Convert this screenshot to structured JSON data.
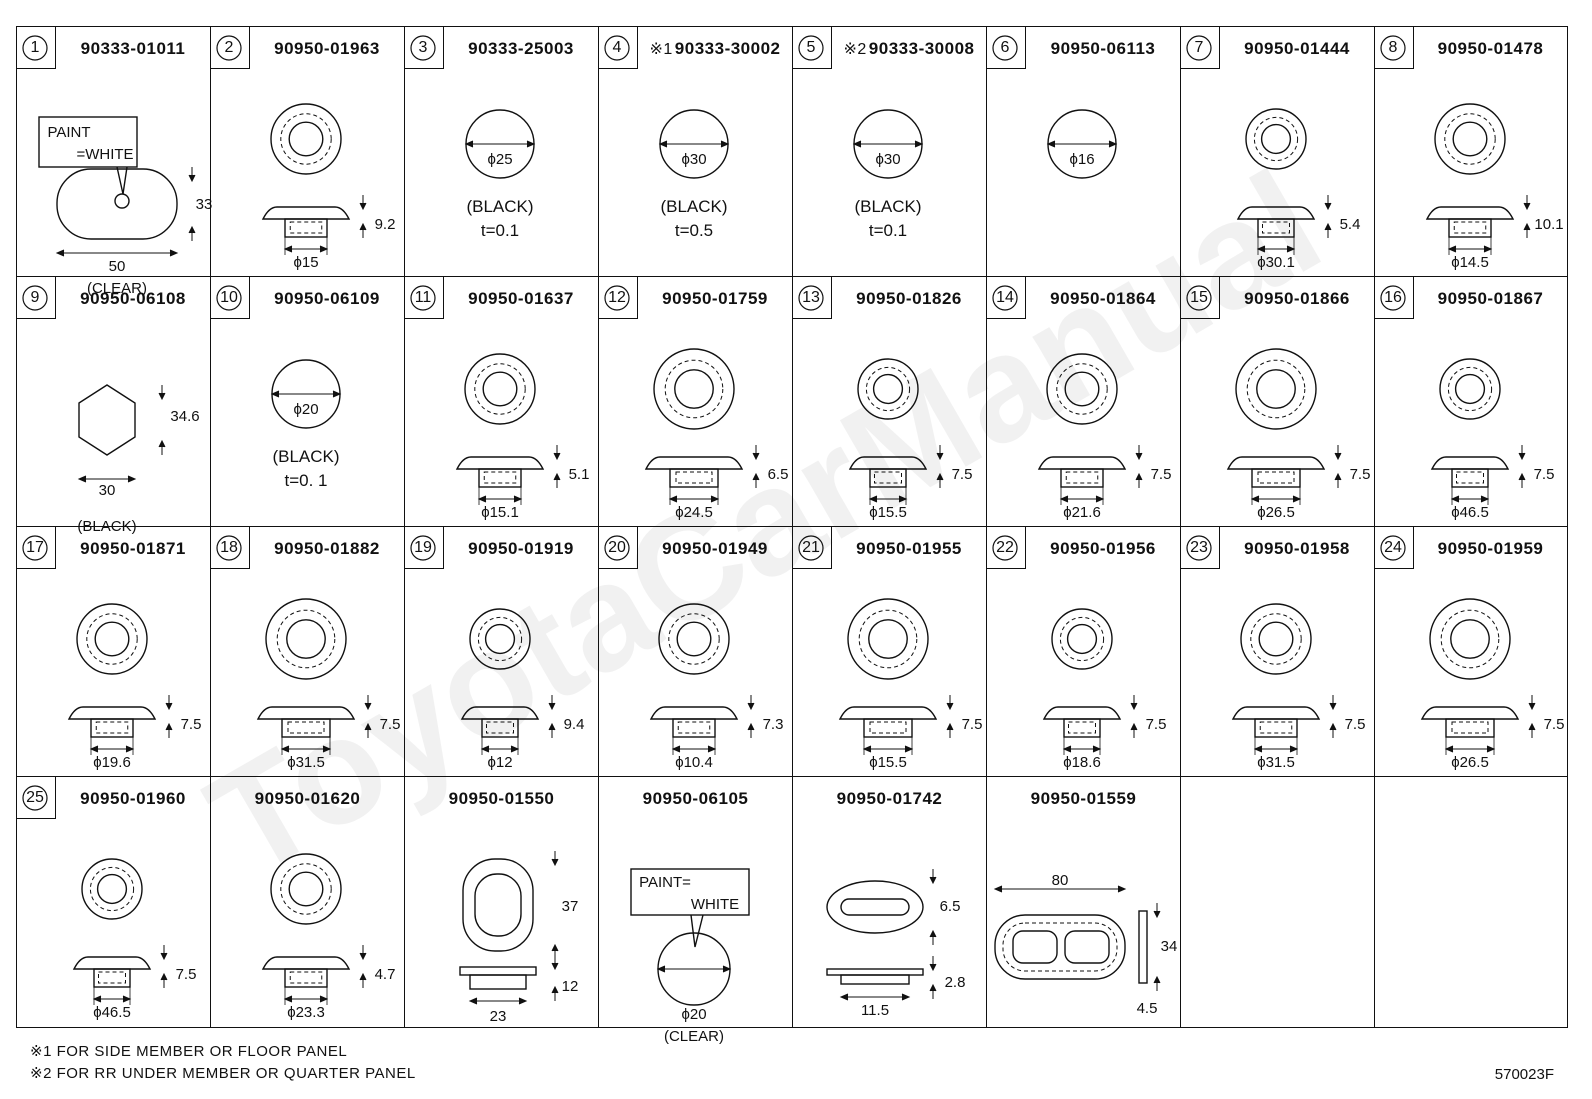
{
  "figure_code": "570023F",
  "watermark": "ToyotaCarManual",
  "notes": [
    "※1 FOR SIDE MEMBER OR FLOOR PANEL",
    "※2 FOR RR UNDER MEMBER OR QUARTER PANEL"
  ],
  "cells": [
    {
      "no": "1",
      "part": "90333-01011",
      "kind": "oval_paint",
      "labels": {
        "paint": "PAINT",
        "paint2": "=WHITE",
        "h": "33",
        "w": "50",
        "note": "(CLEAR)"
      }
    },
    {
      "no": "2",
      "part": "90950-01963",
      "kind": "grommet",
      "labels": {
        "h": "9.2",
        "d": "ϕ15"
      }
    },
    {
      "no": "3",
      "part": "90333-25003",
      "kind": "disc",
      "labels": {
        "d": "ϕ25",
        "color": "(BLACK)",
        "t": "t=0.1"
      }
    },
    {
      "no": "4",
      "mark": "※1",
      "part": "90333-30002",
      "kind": "disc",
      "labels": {
        "d": "ϕ30",
        "color": "(BLACK)",
        "t": "t=0.5"
      }
    },
    {
      "no": "5",
      "mark": "※2",
      "part": "90333-30008",
      "kind": "disc",
      "labels": {
        "d": "ϕ30",
        "color": "(BLACK)",
        "t": "t=0.1"
      }
    },
    {
      "no": "6",
      "part": "90950-06113",
      "kind": "disc",
      "labels": {
        "d": "ϕ16",
        "color": "",
        "t": ""
      }
    },
    {
      "no": "7",
      "part": "90950-01444",
      "kind": "grommet",
      "labels": {
        "h": "5.4",
        "d": "ϕ30.1"
      }
    },
    {
      "no": "8",
      "part": "90950-01478",
      "kind": "grommet",
      "labels": {
        "h": "10.1",
        "d": "ϕ14.5"
      }
    },
    {
      "no": "9",
      "part": "90950-06108",
      "kind": "hexagon",
      "labels": {
        "h": "34.6",
        "w": "30",
        "note": "(BLACK)"
      }
    },
    {
      "no": "10",
      "part": "90950-06109",
      "kind": "disc",
      "labels": {
        "d": "ϕ20",
        "color": "(BLACK)",
        "t": "t=0. 1"
      }
    },
    {
      "no": "11",
      "part": "90950-01637",
      "kind": "grommet",
      "labels": {
        "h": "5.1",
        "d": "ϕ15.1"
      }
    },
    {
      "no": "12",
      "part": "90950-01759",
      "kind": "grommet",
      "labels": {
        "h": "6.5",
        "d": "ϕ24.5"
      }
    },
    {
      "no": "13",
      "part": "90950-01826",
      "kind": "grommet",
      "labels": {
        "h": "7.5",
        "d": "ϕ15.5"
      }
    },
    {
      "no": "14",
      "part": "90950-01864",
      "kind": "grommet",
      "labels": {
        "h": "7.5",
        "d": "ϕ21.6"
      }
    },
    {
      "no": "15",
      "part": "90950-01866",
      "kind": "grommet",
      "labels": {
        "h": "7.5",
        "d": "ϕ26.5"
      }
    },
    {
      "no": "16",
      "part": "90950-01867",
      "kind": "grommet",
      "labels": {
        "h": "7.5",
        "d": "ϕ46.5"
      }
    },
    {
      "no": "17",
      "part": "90950-01871",
      "kind": "grommet",
      "labels": {
        "h": "7.5",
        "d": "ϕ19.6"
      }
    },
    {
      "no": "18",
      "part": "90950-01882",
      "kind": "grommet",
      "labels": {
        "h": "7.5",
        "d": "ϕ31.5"
      }
    },
    {
      "no": "19",
      "part": "90950-01919",
      "kind": "grommet",
      "labels": {
        "h": "9.4",
        "d": "ϕ12"
      }
    },
    {
      "no": "20",
      "part": "90950-01949",
      "kind": "grommet",
      "labels": {
        "h": "7.3",
        "d": "ϕ10.4"
      }
    },
    {
      "no": "21",
      "part": "90950-01955",
      "kind": "grommet",
      "labels": {
        "h": "7.5",
        "d": "ϕ15.5"
      }
    },
    {
      "no": "22",
      "part": "90950-01956",
      "kind": "grommet",
      "labels": {
        "h": "7.5",
        "d": "ϕ18.6"
      }
    },
    {
      "no": "23",
      "part": "90950-01958",
      "kind": "grommet",
      "labels": {
        "h": "7.5",
        "d": "ϕ31.5"
      }
    },
    {
      "no": "24",
      "part": "90950-01959",
      "kind": "grommet",
      "labels": {
        "h": "7.5",
        "d": "ϕ26.5"
      }
    },
    {
      "no": "25",
      "part": "90950-01960",
      "kind": "grommet",
      "labels": {
        "h": "7.5",
        "d": "ϕ46.5"
      }
    },
    {
      "no": "",
      "part": "90950-01620",
      "kind": "grommet",
      "labels": {
        "h": "4.7",
        "d": "ϕ23.3"
      }
    },
    {
      "no": "",
      "part": "90950-01550",
      "kind": "oval_grommet",
      "labels": {
        "h": "37",
        "h2": "12",
        "w": "23"
      }
    },
    {
      "no": "",
      "part": "90950-06105",
      "kind": "disc_paint",
      "labels": {
        "paint": "PAINT=",
        "paint2": "WHITE",
        "d": "ϕ20",
        "note": "(CLEAR)"
      }
    },
    {
      "no": "",
      "part": "90950-01742",
      "kind": "slot_grommet",
      "labels": {
        "h": "6.5",
        "h2": "2.8",
        "w": "11.5"
      }
    },
    {
      "no": "",
      "part": "90950-01559",
      "kind": "double_plug",
      "labels": {
        "w": "80",
        "h": "34",
        "t": "4.5"
      }
    },
    {
      "no": "",
      "part": "",
      "kind": "empty",
      "labels": {}
    },
    {
      "no": "",
      "part": "",
      "kind": "empty",
      "labels": {}
    }
  ]
}
